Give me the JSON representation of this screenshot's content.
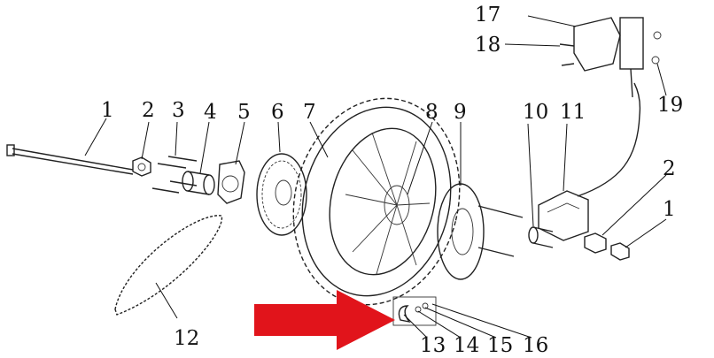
{
  "diagram": {
    "part_labels": [
      "1",
      "2",
      "3",
      "4",
      "5",
      "6",
      "7",
      "8",
      "9",
      "10",
      "11",
      "12",
      "13",
      "14",
      "15",
      "16",
      "17",
      "18",
      "19",
      "2",
      "1"
    ],
    "highlight_color": "#e1141b"
  }
}
